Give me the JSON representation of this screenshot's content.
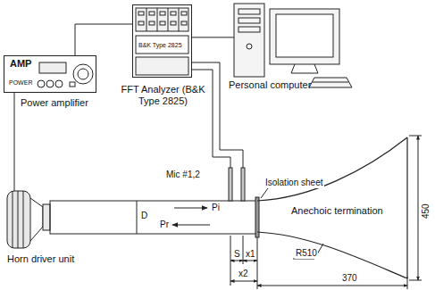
{
  "diagram": {
    "nodes": [
      {
        "text": [
          "AMP",
          "POWER",
          "Power amplifier"
        ]
      },
      {
        "text": [
          "B&K Type 2825",
          "FFT Analyzer (B&K Type 2825)"
        ]
      },
      {
        "text": [
          "Personal computer"
        ]
      },
      {
        "text": [
          "Horn driver unit"
        ]
      },
      {
        "text": [
          "Anechoic termination"
        ]
      }
    ],
    "edges": [
      {
        "from": 0,
        "to": 1,
        "arrow": "none"
      },
      {
        "from": 1,
        "to": 2,
        "arrow": "none"
      },
      {
        "from": 0,
        "to": 3,
        "arrow": "none"
      }
    ],
    "labels": [
      "Mic #1,2",
      "Isolation sheet",
      "D",
      "Pi",
      "Pr",
      "S",
      "x1",
      "x2",
      "450",
      "R510",
      "370"
    ]
  }
}
